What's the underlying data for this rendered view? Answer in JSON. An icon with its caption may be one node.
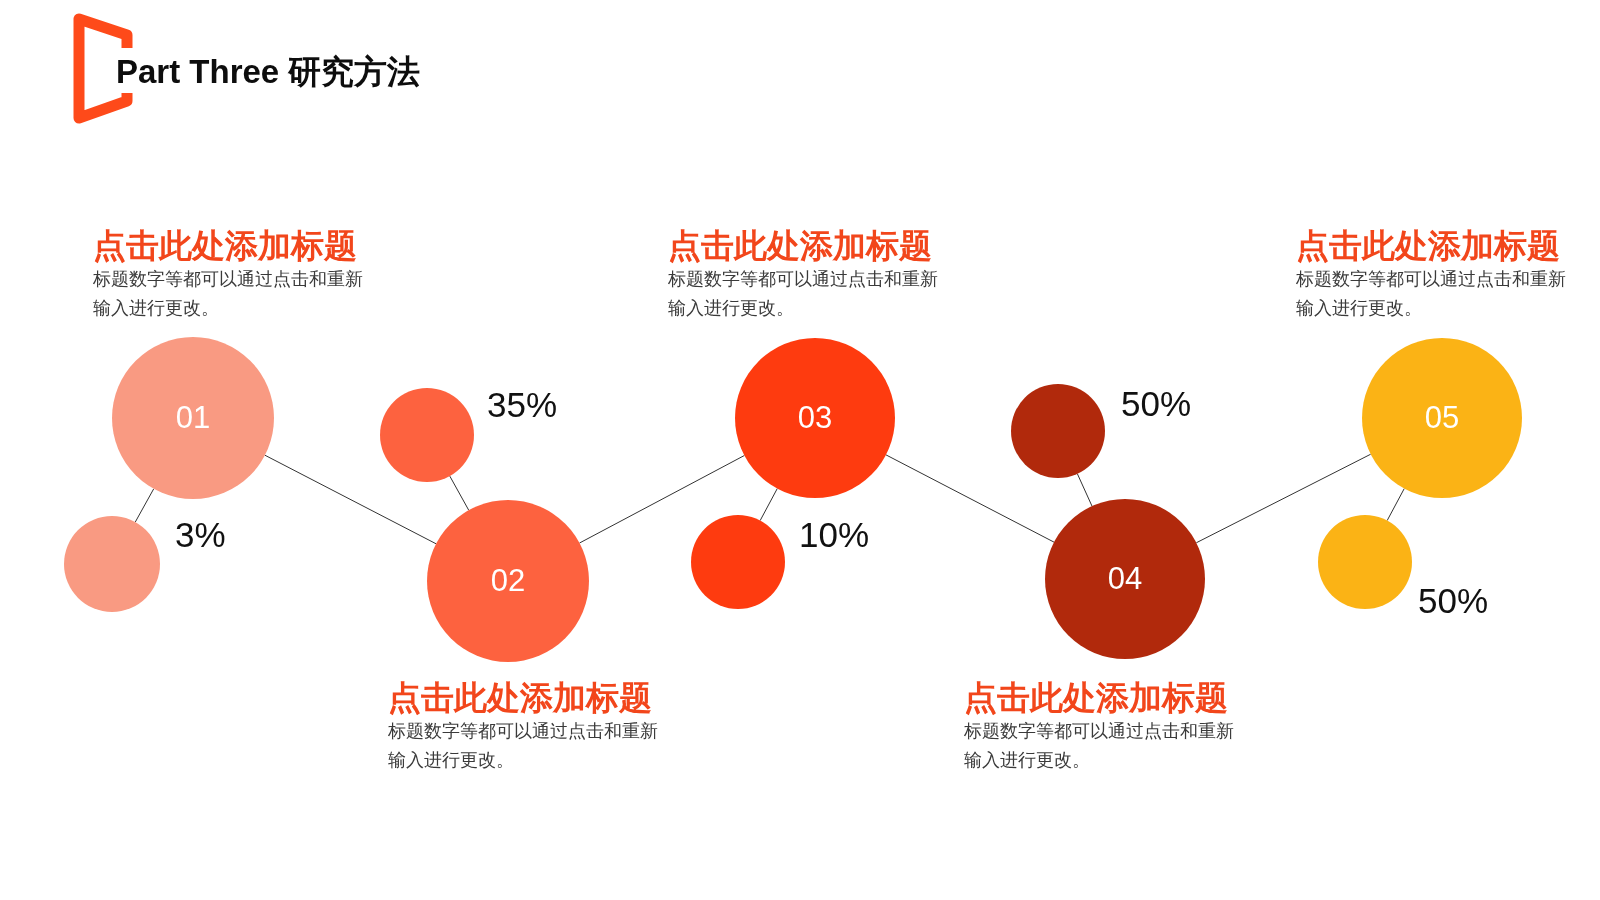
{
  "diagram": {
    "title": "Part Three 研究方法",
    "nodes": [
      {
        "text": [
          "01"
        ],
        "beside": [
          "点击此处添加标题",
          "标题数字等都可以通过点击和重新输入进行更改。"
        ]
      },
      {
        "text": [
          "02"
        ],
        "beside": [
          "点击此处添加标题",
          "标题数字等都可以通过点击和重新输入进行更改。"
        ]
      },
      {
        "text": [
          "03"
        ],
        "beside": [
          "点击此处添加标题",
          "标题数字等都可以通过点击和重新输入进行更改。"
        ]
      },
      {
        "text": [
          "04"
        ],
        "beside": [
          "点击此处添加标题",
          "标题数字等都可以通过点击和重新输入进行更改。"
        ]
      },
      {
        "text": [
          "05"
        ],
        "beside": [
          "点击此处添加标题",
          "标题数字等都可以通过点击和重新输入进行更改。"
        ]
      },
      {
        "text": [],
        "shape": "circle",
        "beside": [
          "3%"
        ]
      },
      {
        "text": [],
        "shape": "circle",
        "beside": [
          "35%"
        ]
      },
      {
        "text": [],
        "shape": "circle",
        "beside": [
          "10%"
        ]
      },
      {
        "text": [],
        "shape": "circle",
        "beside": [
          "50%"
        ]
      },
      {
        "text": [],
        "shape": "circle",
        "beside": [
          "50%"
        ]
      }
    ],
    "edges": [
      {
        "from": 0,
        "to": 1,
        "arrow": "none"
      },
      {
        "from": 1,
        "to": 2,
        "arrow": "none"
      },
      {
        "from": 2,
        "to": 3,
        "arrow": "none"
      },
      {
        "from": 3,
        "to": 4,
        "arrow": "none"
      },
      {
        "from": 5,
        "to": 0,
        "arrow": "none"
      },
      {
        "from": 6,
        "to": 1,
        "arrow": "none"
      },
      {
        "from": 7,
        "to": 2,
        "arrow": "none"
      },
      {
        "from": 8,
        "to": 3,
        "arrow": "none"
      },
      {
        "from": 9,
        "to": 4,
        "arrow": "none"
      }
    ]
  }
}
